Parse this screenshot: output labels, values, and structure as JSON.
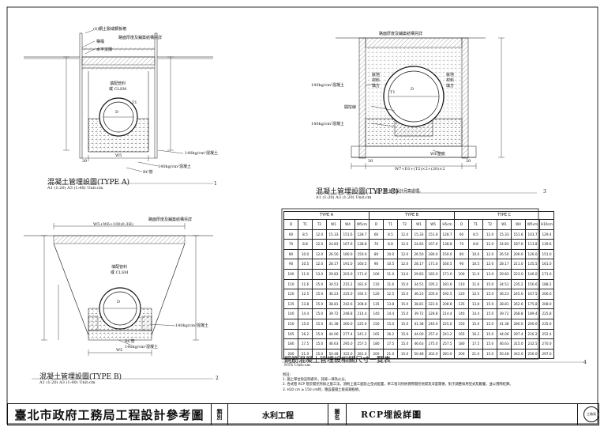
{
  "drawing": {
    "type_a": {
      "caption": "混凝土管埋設圖(TYPE A)",
      "scale": "A1 (1:20)   A3 (1:40)   Unit:cm",
      "index": "1",
      "labels": {
        "rope": "(6)鋼土製或鋼板樁",
        "plank": "橫檔",
        "brace": "水平支撐",
        "surface": "路面厚度及鋪築結構另詳",
        "backfill": "填配管料\n或 CLSM",
        "concrete_140": "140kg/cm²混凝土",
        "concrete_140b": "140kg/cm²混凝土",
        "rc_pipe": "RC管",
        "d": "D",
        "t1": "T1",
        "w5": "W5",
        "dim_30": "30"
      }
    },
    "type_b": {
      "caption": "混凝土管埋設圖(TYPE B)",
      "scale": "A1 (1:20)   A3 (1:40)   Unit:cm",
      "index": "2",
      "labels": {
        "top_width": "W5+W6+100(0.3H)",
        "surface": "路面厚度及鋪築結構另詳",
        "backfill": "填配管料\n或 CLSM",
        "rc_pipe": "RC管",
        "concrete": "140kg/cm²混凝土",
        "concrete_side": "140kg/cm²混凝土",
        "d": "D",
        "w5": "W5"
      }
    },
    "type_c": {
      "caption": "混凝土管埋設圖(TYPE C)",
      "scale": "A1 (1:20)   A3 (1:20)   Unit:cm",
      "note": "註：擋土牆設計另案處理。",
      "index": "3",
      "labels": {
        "surface": "路面厚度及鋪築結構另詳",
        "concrete": "140kg/cm²混凝土",
        "concrete_b": "140kg/cm²混凝土",
        "gravel": "WE墊底",
        "sand": "開挖線",
        "backfill_l": "就地\n材料\n填方",
        "backfill_r": "就地\n材料\n填方",
        "width": "W7+D1+(T2)×2+(20)×2",
        "d": "D",
        "t1": "T1",
        "dim_30": "30",
        "dim_20": "20"
      }
    },
    "table": {
      "caption": "鋼筋混凝土管埋設相關尺寸一覽表",
      "unit": "NTS          Unit:cm",
      "index": "4",
      "groups": [
        "TYPE A",
        "TYPE B",
        "TYPE C"
      ],
      "headers_a": [
        "D",
        "T1",
        "T2",
        "W1",
        "W4",
        "W5cm"
      ],
      "headers_b": [
        "D",
        "T1",
        "T2",
        "W1",
        "W5",
        "H5cm"
      ],
      "headers_c": [
        "D",
        "T1",
        "T2",
        "W1",
        "W4",
        "W5cm",
        "H10cm"
      ],
      "rows": [
        [
          "60",
          "8.5",
          "12.0",
          "15.33",
          "151.6",
          "128.7",
          "60",
          "8.5",
          "12.0",
          "15.33",
          "151.6",
          "128.7",
          "60",
          "8.5",
          "12.0",
          "15.33",
          "151.6",
          "103.7",
          "129.4"
        ],
        [
          "70",
          "8.8",
          "12.0",
          "24.83",
          "167.6",
          "138.8",
          "70",
          "8.8",
          "12.0",
          "24.83",
          "167.6",
          "138.8",
          "70",
          "8.8",
          "12.0",
          "24.83",
          "187.6",
          "113.8",
          "139.6"
        ],
        [
          "80",
          "10.0",
          "12.0",
          "26.50",
          "180.0",
          "150.0",
          "80",
          "10.0",
          "12.0",
          "26.50",
          "180.0",
          "150.0",
          "80",
          "10.0",
          "12.0",
          "26.50",
          "200.0",
          "126.0",
          "151.0"
        ],
        [
          "90",
          "10.5",
          "12.0",
          "28.17",
          "191.0",
          "160.5",
          "90",
          "10.5",
          "12.0",
          "28.17",
          "171.0",
          "160.5",
          "90",
          "10.5",
          "12.0",
          "28.17",
          "211.0",
          "135.5",
          "161.0"
        ],
        [
          "100",
          "11.0",
          "13.0",
          "29.83",
          "203.0",
          "171.0",
          "100",
          "11.0",
          "13.0",
          "29.83",
          "183.0",
          "171.0",
          "100",
          "11.0",
          "13.0",
          "29.83",
          "223.0",
          "146.0",
          "171.0"
        ],
        [
          "110",
          "11.6",
          "15.0",
          "34.51",
          "215.2",
          "181.6",
          "110",
          "11.6",
          "15.0",
          "34.51",
          "195.2",
          "181.6",
          "110",
          "11.6",
          "15.0",
          "34.51",
          "235.2",
          "156.6",
          "188.2"
        ],
        [
          "120",
          "12.5",
          "15.0",
          "36.23",
          "225.0",
          "192.5",
          "120",
          "12.5",
          "15.0",
          "36.23",
          "205.0",
          "192.5",
          "120",
          "12.5",
          "15.0",
          "36.23",
          "245.0",
          "167.5",
          "200.0"
        ],
        [
          "135",
          "13.8",
          "15.0",
          "38.81",
          "242.6",
          "208.8",
          "135",
          "13.8",
          "15.0",
          "38.81",
          "222.6",
          "208.8",
          "135",
          "13.8",
          "15.0",
          "38.81",
          "262.6",
          "175.8",
          "208.0"
        ],
        [
          "140",
          "14.4",
          "15.0",
          "39.72",
          "248.8",
          "214.4",
          "140",
          "14.4",
          "15.0",
          "39.72",
          "228.8",
          "214.4",
          "140",
          "14.4",
          "15.0",
          "39.72",
          "268.8",
          "189.4",
          "225.8"
        ],
        [
          "150",
          "15.0",
          "15.0",
          "41.38",
          "260.0",
          "225.0",
          "150",
          "15.0",
          "15.0",
          "41.38",
          "240.0",
          "225.0",
          "150",
          "15.0",
          "15.0",
          "41.38",
          "280.0",
          "200.0",
          "235.0"
        ],
        [
          "165",
          "16.2",
          "15.0",
          "44.00",
          "277.4",
          "241.2",
          "165",
          "16.2",
          "15.0",
          "44.00",
          "257.4",
          "241.2",
          "165",
          "16.2",
          "15.0",
          "44.00",
          "297.4",
          "216.2",
          "252.4"
        ],
        [
          "180",
          "17.5",
          "15.0",
          "46.63",
          "295.0",
          "257.5",
          "180",
          "17.5",
          "15.0",
          "46.63",
          "275.0",
          "257.5",
          "180",
          "17.5",
          "15.0",
          "46.63",
          "315.0",
          "232.5",
          "270.0"
        ],
        [
          "200",
          "21.0",
          "15.0",
          "50.48",
          "322.0",
          "281.0",
          "200",
          "21.0",
          "15.0",
          "50.48",
          "302.0",
          "281.0",
          "200",
          "21.0",
          "15.0",
          "50.48",
          "342.0",
          "256.0",
          "297.0"
        ]
      ]
    },
    "notes": [
      "附註：",
      "1. 圖上單位除註明者外，其餘一律為公分。",
      "2. 各式管 RCP 管於開挖所採之施工法，須附上施工圖及之型式配置，奉工程司所依實際開挖地質及深度需要，對于調整採用型式及數量，並以實際結算。",
      "3. H10 cm ≥ 150 cm時，應設置擋土板或鋼板樁。"
    ]
  },
  "title_block": {
    "agency": "臺北市政府工務局工程設計參考圖",
    "category_label": "類別",
    "category": "水利工程",
    "name_label": "圖名",
    "name": "RCP埋設詳圖",
    "seal": "工務局"
  }
}
